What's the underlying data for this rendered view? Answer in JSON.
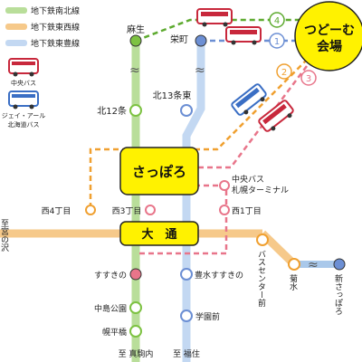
{
  "legend": {
    "namboku": "地下鉄南北線",
    "tozai": "地下鉄東西線",
    "toho": "地下鉄東豊線",
    "chuo_bus": "中央バス",
    "jr_bus_line1": "ジェイ・アール",
    "jr_bus_line2": "北海道バス"
  },
  "venue": {
    "line1": "つどーむ",
    "line2": "会場"
  },
  "hubs": {
    "sapporo": "さっぽろ",
    "odori": "大　通"
  },
  "stations": {
    "asabu": "麻生",
    "sakaemachi": "栄町",
    "kita12jo": "北12条",
    "kita13jo_higashi": "北13条東",
    "nishi4chome": "西4丁目",
    "nishi3chome": "西3丁目",
    "nishi1chome": "西1丁目",
    "chuo_bus_terminal_1": "中央バス",
    "chuo_bus_terminal_2": "札幌ターミナル",
    "susukino": "すすきの",
    "hosui_susukino": "豊水すすきの",
    "nakajima_koen": "中島公園",
    "gakuen_mae": "学園前",
    "horohira_bashi": "幌平橋",
    "bus_center_mae": "バスセンター前",
    "kikusui": "菊水",
    "shin_sapporo": "新さっぽろ"
  },
  "directions": {
    "miyanosawa": "至宮の沢",
    "makomanai": "至 真駒内",
    "fukuzumi": "至 福住"
  },
  "routes": [
    "4",
    "1",
    "2",
    "3"
  ],
  "colors": {
    "namboku": "#7DC242",
    "tozai": "#F5A623",
    "toho": "#A9C8EA",
    "route_green": "#5DAA2F",
    "route_blue": "#6C8FD4",
    "route_orange": "#F0A030",
    "route_pink": "#E8758A",
    "venue_yellow": "#FFF200",
    "hub_yellow": "#FFF200"
  }
}
